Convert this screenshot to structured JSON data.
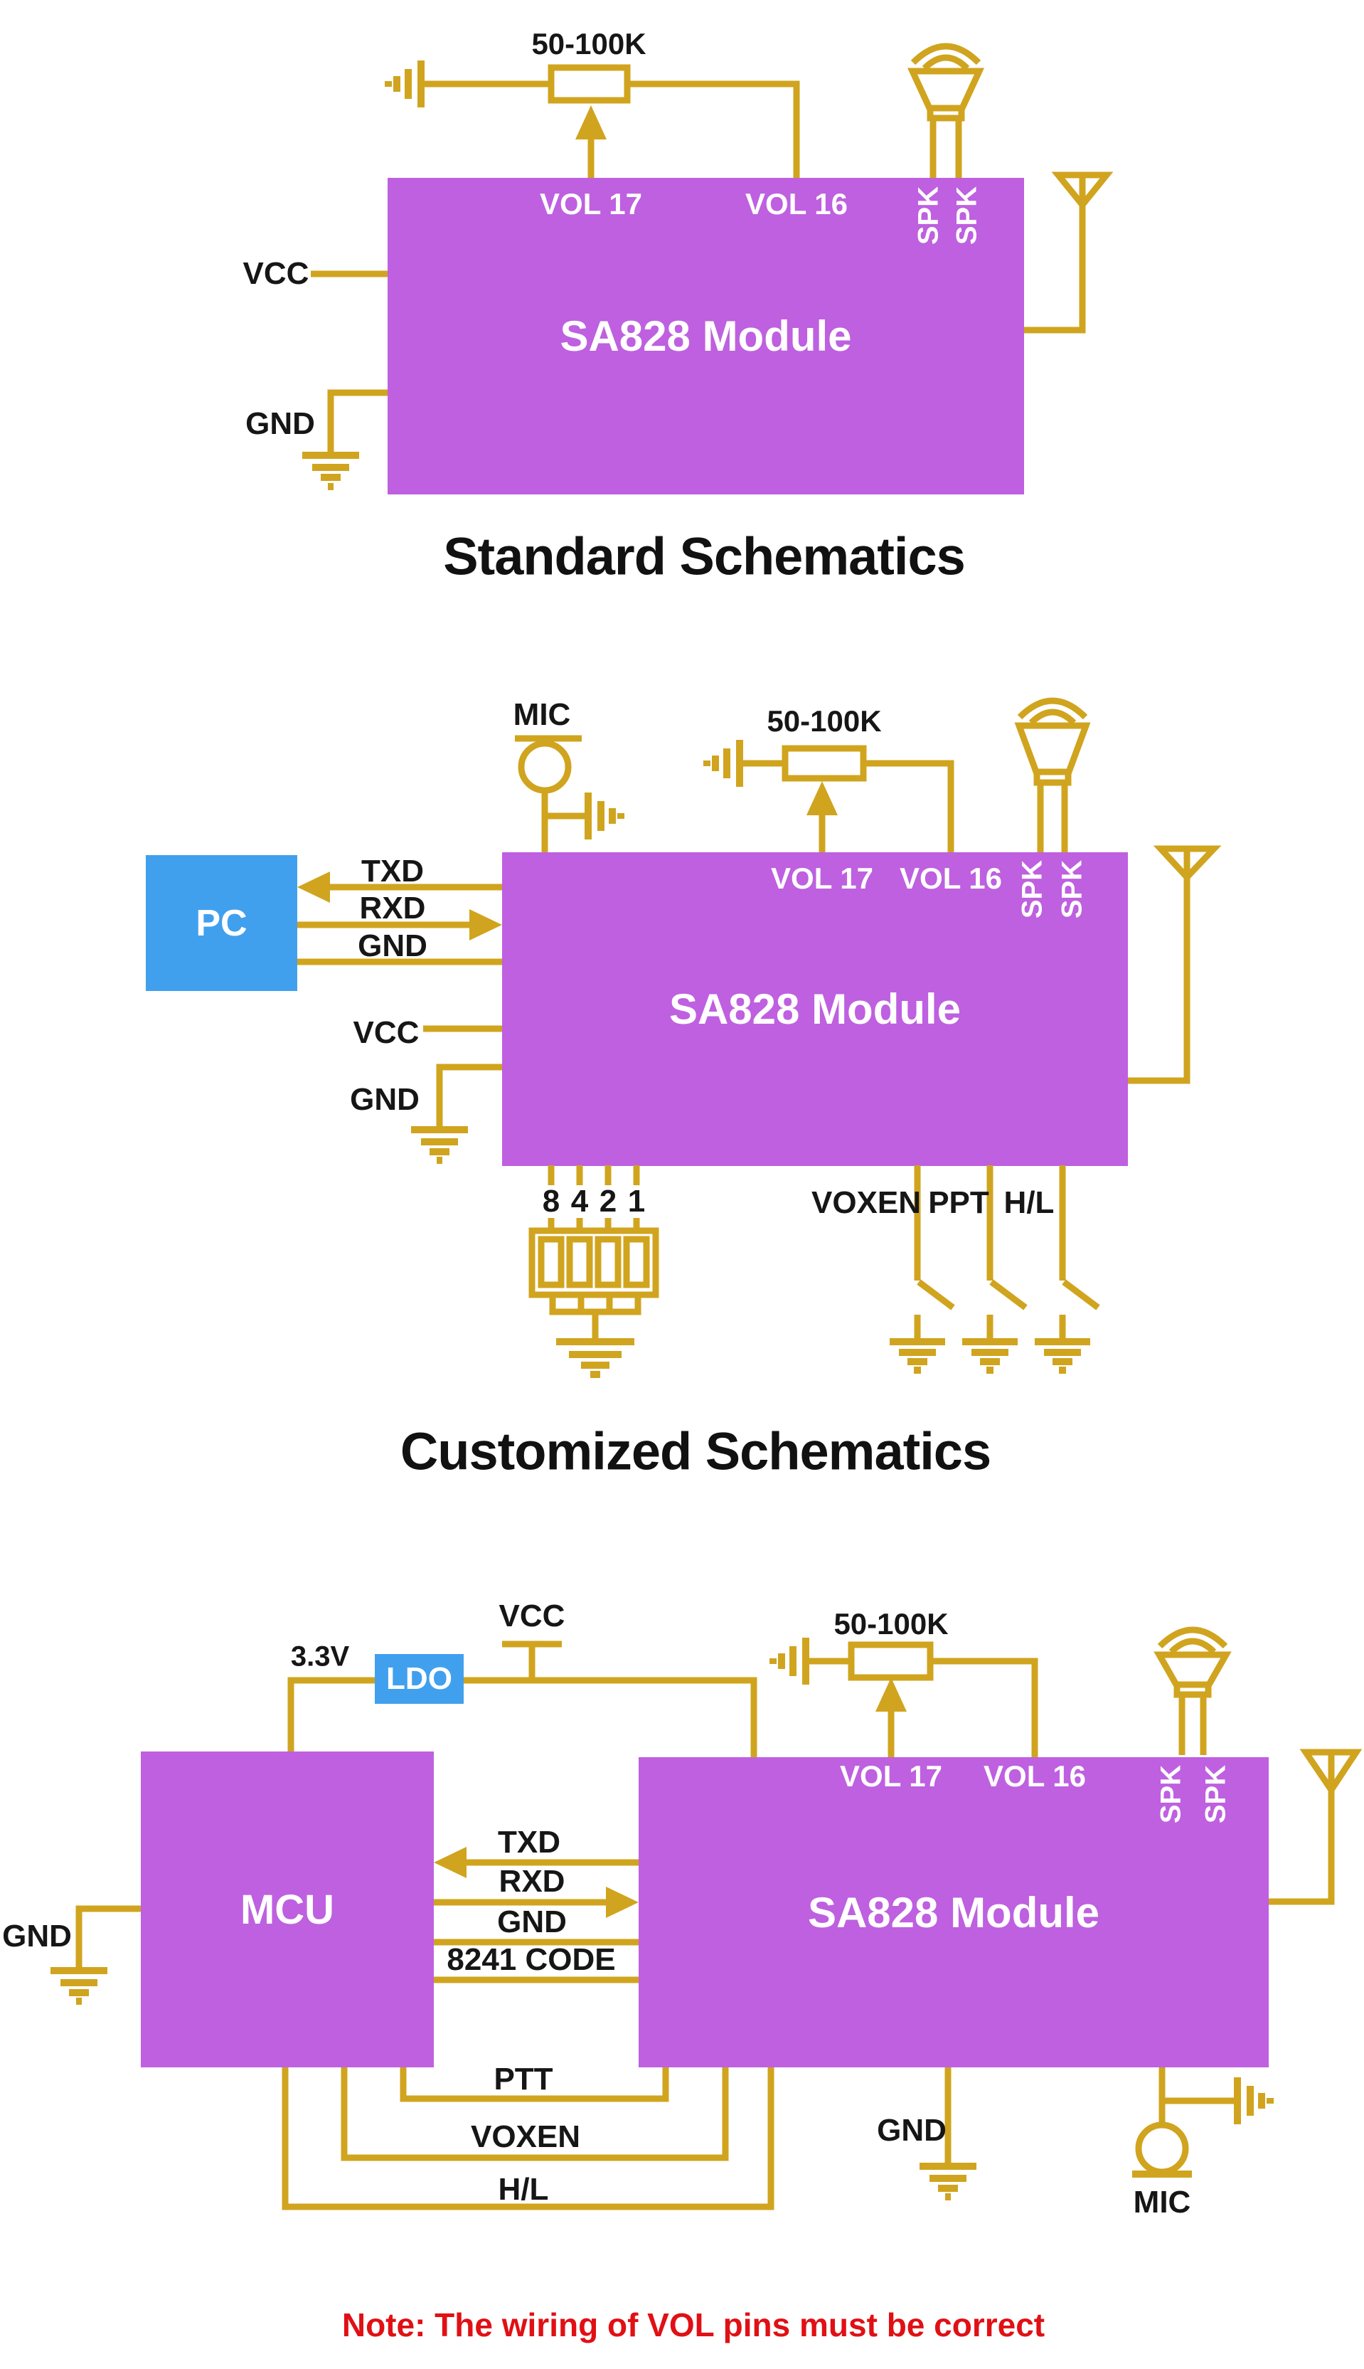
{
  "colors": {
    "wire_gold": "#D0A41E",
    "module_purple": "#BE60E0",
    "accent_blue": "#41A0EE",
    "note_red": "#E01015",
    "label_black": "#161616",
    "label_white": "#FFFFFF"
  },
  "schematics": {
    "standard": {
      "title": "Standard Schematics",
      "module": "SA828 Module",
      "pot": "50-100K",
      "vcc": "VCC",
      "gnd": "GND",
      "vol17": "VOL 17",
      "vol16": "VOL 16",
      "spk1": "SPK",
      "spk2": "SPK"
    },
    "customized": {
      "title": "Customized Schematics",
      "module": "SA828 Module",
      "pc": "PC",
      "mic": "MIC",
      "pot": "50-100K",
      "txd": "TXD",
      "rxd": "RXD",
      "gnd_serial": "GND",
      "vcc": "VCC",
      "gnd": "GND",
      "vol17": "VOL 17",
      "vol16": "VOL 16",
      "spk1": "SPK",
      "spk2": "SPK",
      "dip": [
        "8",
        "4",
        "2",
        "1"
      ],
      "voxen": "VOXEN",
      "ppt": "PPT",
      "hl": "H/L"
    },
    "mcu": {
      "module": "SA828 Module",
      "mcu": "MCU",
      "ldo": "LDO",
      "v33": "3.3V",
      "vcc": "VCC",
      "txd": "TXD",
      "rxd": "RXD",
      "gnd_serial": "GND",
      "code": "8241 CODE",
      "gnd_left": "GND",
      "ptt": "PTT",
      "voxen": "VOXEN",
      "hl": "H/L",
      "gnd_bottom": "GND",
      "mic": "MIC",
      "pot": "50-100K",
      "vol17": "VOL 17",
      "vol16": "VOL 16",
      "spk1": "SPK",
      "spk2": "SPK"
    }
  },
  "note": "Note: The wiring of VOL pins must be correct"
}
